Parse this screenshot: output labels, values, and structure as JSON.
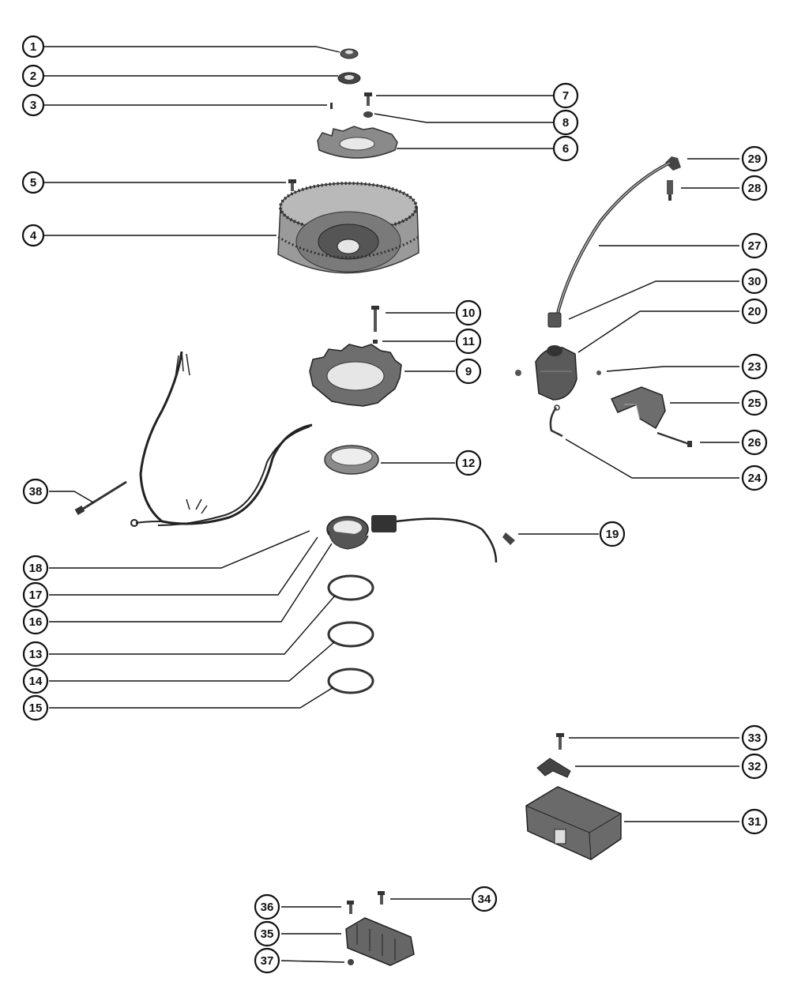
{
  "callouts": [
    {
      "id": "c1",
      "label": "1"
    },
    {
      "id": "c2",
      "label": "2"
    },
    {
      "id": "c3",
      "label": "3"
    },
    {
      "id": "c4",
      "label": "4"
    },
    {
      "id": "c5",
      "label": "5"
    },
    {
      "id": "c6",
      "label": "6"
    },
    {
      "id": "c7",
      "label": "7"
    },
    {
      "id": "c8",
      "label": "8"
    },
    {
      "id": "c9",
      "label": "9"
    },
    {
      "id": "c10",
      "label": "10"
    },
    {
      "id": "c11",
      "label": "11"
    },
    {
      "id": "c12",
      "label": "12"
    },
    {
      "id": "c13",
      "label": "13"
    },
    {
      "id": "c14",
      "label": "14"
    },
    {
      "id": "c15",
      "label": "15"
    },
    {
      "id": "c16",
      "label": "16"
    },
    {
      "id": "c17",
      "label": "17"
    },
    {
      "id": "c18",
      "label": "18"
    },
    {
      "id": "c19",
      "label": "19"
    },
    {
      "id": "c20",
      "label": "20"
    },
    {
      "id": "c23",
      "label": "23"
    },
    {
      "id": "c24",
      "label": "24"
    },
    {
      "id": "c25",
      "label": "25"
    },
    {
      "id": "c26",
      "label": "26"
    },
    {
      "id": "c27",
      "label": "27"
    },
    {
      "id": "c28",
      "label": "28"
    },
    {
      "id": "c29",
      "label": "29"
    },
    {
      "id": "c30",
      "label": "30"
    },
    {
      "id": "c31",
      "label": "31"
    },
    {
      "id": "c32",
      "label": "32"
    },
    {
      "id": "c33",
      "label": "33"
    },
    {
      "id": "c34",
      "label": "34"
    },
    {
      "id": "c35",
      "label": "35"
    },
    {
      "id": "c36",
      "label": "36"
    },
    {
      "id": "c37",
      "label": "37"
    },
    {
      "id": "c38",
      "label": "38"
    }
  ]
}
